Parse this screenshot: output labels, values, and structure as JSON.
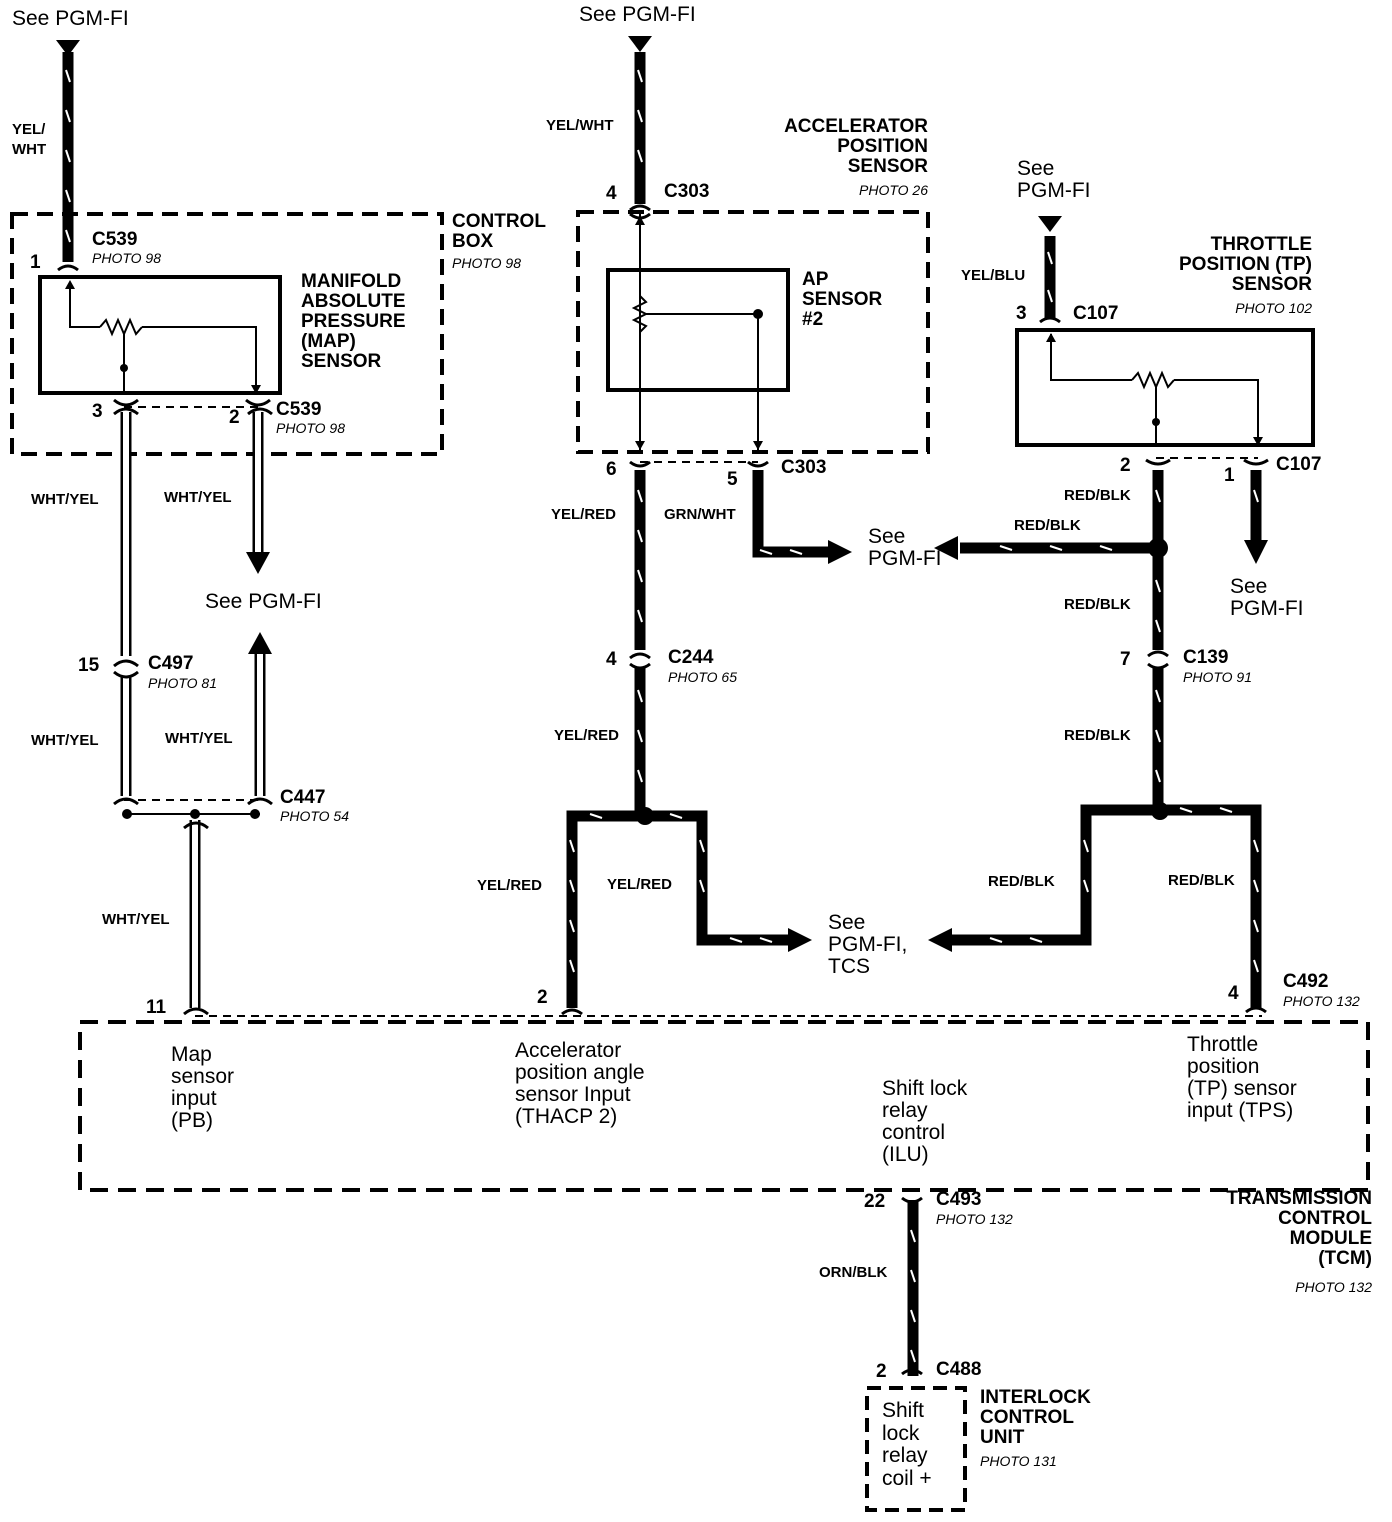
{
  "refs": {
    "top_left": "See PGM-FI",
    "top_mid": "See PGM-FI",
    "top_right": "See\nPGM-FI",
    "map_out": "See PGM-FI",
    "aps_out": "See\nPGM-FI",
    "tp_out": "See\nPGM-FI",
    "pgmfi_tcs": "See\nPGM-FI,\nTCS"
  },
  "components": {
    "control_box": {
      "title": "CONTROL\nBOX",
      "photo": "PHOTO 98"
    },
    "map_sensor": {
      "title": "MANIFOLD\nABSOLUTE\nPRESSURE\n(MAP)\nSENSOR"
    },
    "aps": {
      "title": "ACCELERATOR\nPOSITION\nSENSOR",
      "photo": "PHOTO 26"
    },
    "ap_sensor2": {
      "title": "AP\nSENSOR\n#2"
    },
    "tp_sensor": {
      "title": "THROTTLE\nPOSITION (TP)\nSENSOR",
      "photo": "PHOTO 102"
    },
    "tcm": {
      "title": "TRANSMISSION\nCONTROL\nMODULE\n(TCM)",
      "photo": "PHOTO 132",
      "inputs": [
        "Map\nsensor\ninput\n(PB)",
        "Accelerator\nposition angle\nsensor Input\n(THACP 2)",
        "Shift lock\nrelay\ncontrol\n(ILU)",
        "Throttle\nposition\n(TP) sensor\ninput (TPS)"
      ]
    },
    "icu": {
      "title": "INTERLOCK\nCONTROL\nUNIT",
      "photo": "PHOTO 131",
      "text": "Shift\nlock\nrelay\ncoil +"
    }
  },
  "connectors": {
    "c539_a": {
      "id": "C539",
      "photo": "PHOTO 98",
      "pin": "1"
    },
    "c539_b": {
      "id": "C539",
      "photo": "PHOTO 98",
      "pin_a": "3",
      "pin_b": "2"
    },
    "c497": {
      "id": "C497",
      "photo": "PHOTO 81",
      "pin": "15"
    },
    "c447": {
      "id": "C447",
      "photo": "PHOTO 54"
    },
    "c303_a": {
      "id": "C303",
      "pin": "4"
    },
    "c303_b": {
      "id": "C303",
      "pin_a": "6",
      "pin_b": "5"
    },
    "c244": {
      "id": "C244",
      "photo": "PHOTO 65",
      "pin": "4"
    },
    "c107_a": {
      "id": "C107",
      "pin": "3"
    },
    "c107_b": {
      "id": "C107",
      "pin_a": "2",
      "pin_b": "1"
    },
    "c139": {
      "id": "C139",
      "photo": "PHOTO 91",
      "pin": "7"
    },
    "c492": {
      "id": "C492",
      "photo": "PHOTO 132",
      "pin": "4"
    },
    "tcm_pins": {
      "p11": "11",
      "p2": "2"
    },
    "c493": {
      "id": "C493",
      "photo": "PHOTO 132",
      "pin": "22"
    },
    "c488": {
      "id": "C488",
      "pin": "2"
    }
  },
  "wires": {
    "yel_wht": "YEL/\nWHT",
    "yel_wht2": "YEL/WHT",
    "yel_blu": "YEL/BLU",
    "wht_yel": "WHT/YEL",
    "yel_red": "YEL/RED",
    "grn_wht": "GRN/WHT",
    "red_blk": "RED/BLK",
    "orn_blk": "ORN/BLK"
  }
}
